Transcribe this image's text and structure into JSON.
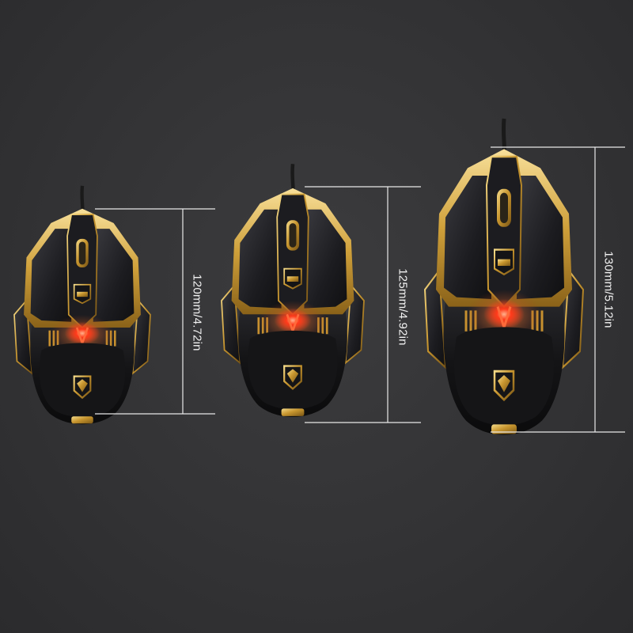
{
  "scene": {
    "subject": "three gaming mice, small to large, with height measurements",
    "colors": {
      "background": "#333335",
      "body_black": "#121214",
      "gold": "#d7a93e",
      "gold_light": "#f4d27a",
      "glow_red": "#ff3a1a",
      "measure_line": "#e8e8e8"
    }
  },
  "mice": [
    {
      "label": "120mm/4.72in",
      "icon": "dragon-shield-emblem"
    },
    {
      "label": "125mm/4.92in",
      "icon": "dragon-shield-emblem"
    },
    {
      "label": "130mm/5.12in",
      "icon": "dragon-shield-emblem"
    }
  ]
}
